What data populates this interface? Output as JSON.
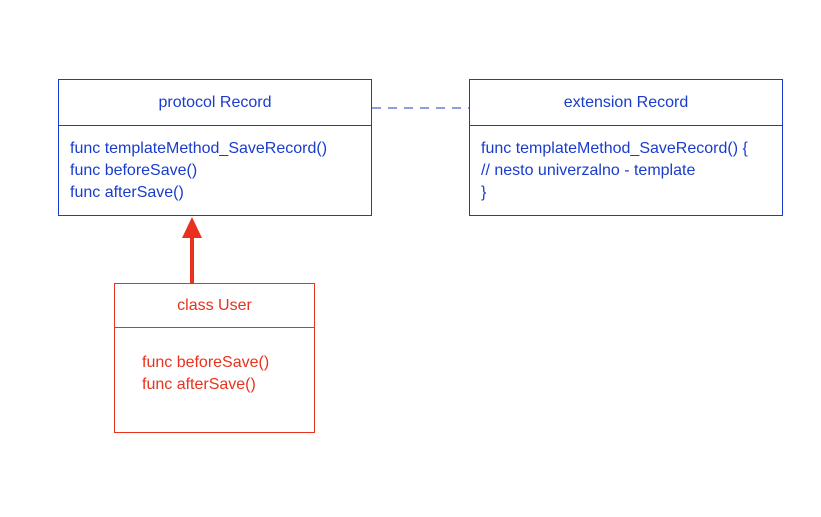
{
  "diagram": {
    "protocol": {
      "title": "protocol Record",
      "members": [
        "func templateMethod_SaveRecord()",
        "func beforeSave()",
        "func afterSave()"
      ]
    },
    "extension": {
      "title": "extension Record",
      "members": [
        "func templateMethod_SaveRecord() {",
        "// nesto univerzalno - template",
        "}"
      ]
    },
    "user": {
      "title": "class User",
      "members": [
        "func beforeSave()",
        "func afterSave()"
      ]
    }
  },
  "colors": {
    "blue": "#1a3ccc",
    "red": "#e8321e"
  }
}
